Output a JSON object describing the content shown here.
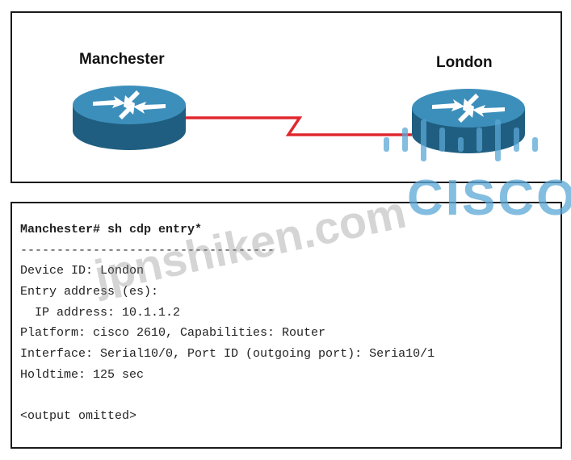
{
  "diagram": {
    "routers": [
      {
        "name": "Manchester"
      },
      {
        "name": "London"
      }
    ],
    "link_color": "#e0282e",
    "router_color": "#2a7fa8"
  },
  "terminal": {
    "lines": [
      {
        "text": "Manchester# sh cdp entry*",
        "bold": true
      },
      {
        "text": "-----------------------------------",
        "bold": false
      },
      {
        "text": "Device ID: London",
        "bold": false
      },
      {
        "text": "Entry address (es):",
        "bold": false
      },
      {
        "text": "  IP address: 10.1.1.2",
        "bold": false
      },
      {
        "text": "Platform: cisco 2610, Capabilities: Router",
        "bold": false
      },
      {
        "text": "Interface: Serial10/0, Port ID (outgoing port): Seria10/1",
        "bold": false
      },
      {
        "text": "Holdtime: 125 sec",
        "bold": false
      },
      {
        "text": "",
        "bold": false
      },
      {
        "text": "<output omitted>",
        "bold": false
      }
    ]
  },
  "overlay": {
    "watermark_text": "jpnshiken.com",
    "logo_text": "CISCO",
    "logo_color": "#5aa7d6"
  }
}
